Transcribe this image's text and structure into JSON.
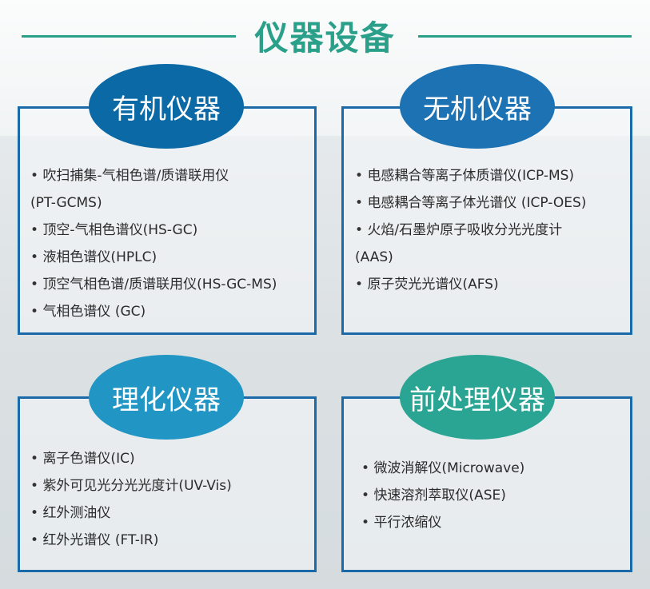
{
  "title": "仪器设备",
  "colors": {
    "title": "#2aa08a",
    "border": "#1a69a8"
  },
  "sections": [
    {
      "heading": "有机仪器",
      "color": "#0b69a6",
      "items": [
        "吹扫捕集-气相色谱/质谱联用仪",
        "(PT-GCMS)",
        "顶空-气相色谱仪(HS-GC)",
        "液相色谱仪(HPLC)",
        "顶空气相色谱/质谱联用仪(HS-GC-MS)",
        "气相色谱仪 (GC)"
      ]
    },
    {
      "heading": "无机仪器",
      "color": "#1d72b3",
      "items": [
        "电感耦合等离子体质谱仪(ICP-MS)",
        "电感耦合等离子体光谱仪 (ICP-OES)",
        "火焰/石墨炉原子吸收分光光度计",
        "(AAS)",
        "原子荧光光谱仪(AFS)"
      ]
    },
    {
      "heading": "理化仪器",
      "color": "#2196c4",
      "items": [
        "离子色谱仪(IC)",
        "紫外可见光分光光度计(UV-Vis)",
        "红外测油仪",
        "红外光谱仪 (FT-IR)"
      ]
    },
    {
      "heading": "前处理仪器",
      "color": "#2aa594",
      "items": [
        "微波消解仪(Microwave)",
        "快速溶剂萃取仪(ASE)",
        "平行浓缩仪"
      ]
    }
  ]
}
